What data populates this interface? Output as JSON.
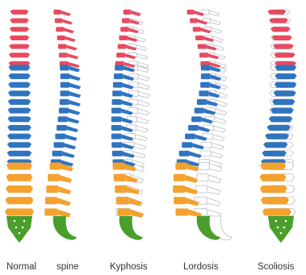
{
  "labels": {
    "normal_a": "Normal",
    "normal_b": "spine",
    "kyphosis": "Kyphosis",
    "lordosis": "Lordosis",
    "scoliosis": "Scoliosis"
  },
  "colors": {
    "cervical": "#e84a5f",
    "thoracic": "#2f74c0",
    "lumbar": "#f4a12e",
    "sacrum": "#4a9e2b",
    "reference": "#cfd3d8",
    "reference_fill": "#ffffff"
  },
  "segment_counts": {
    "cervical": 7,
    "thoracic": 12,
    "lumbar": 5
  }
}
